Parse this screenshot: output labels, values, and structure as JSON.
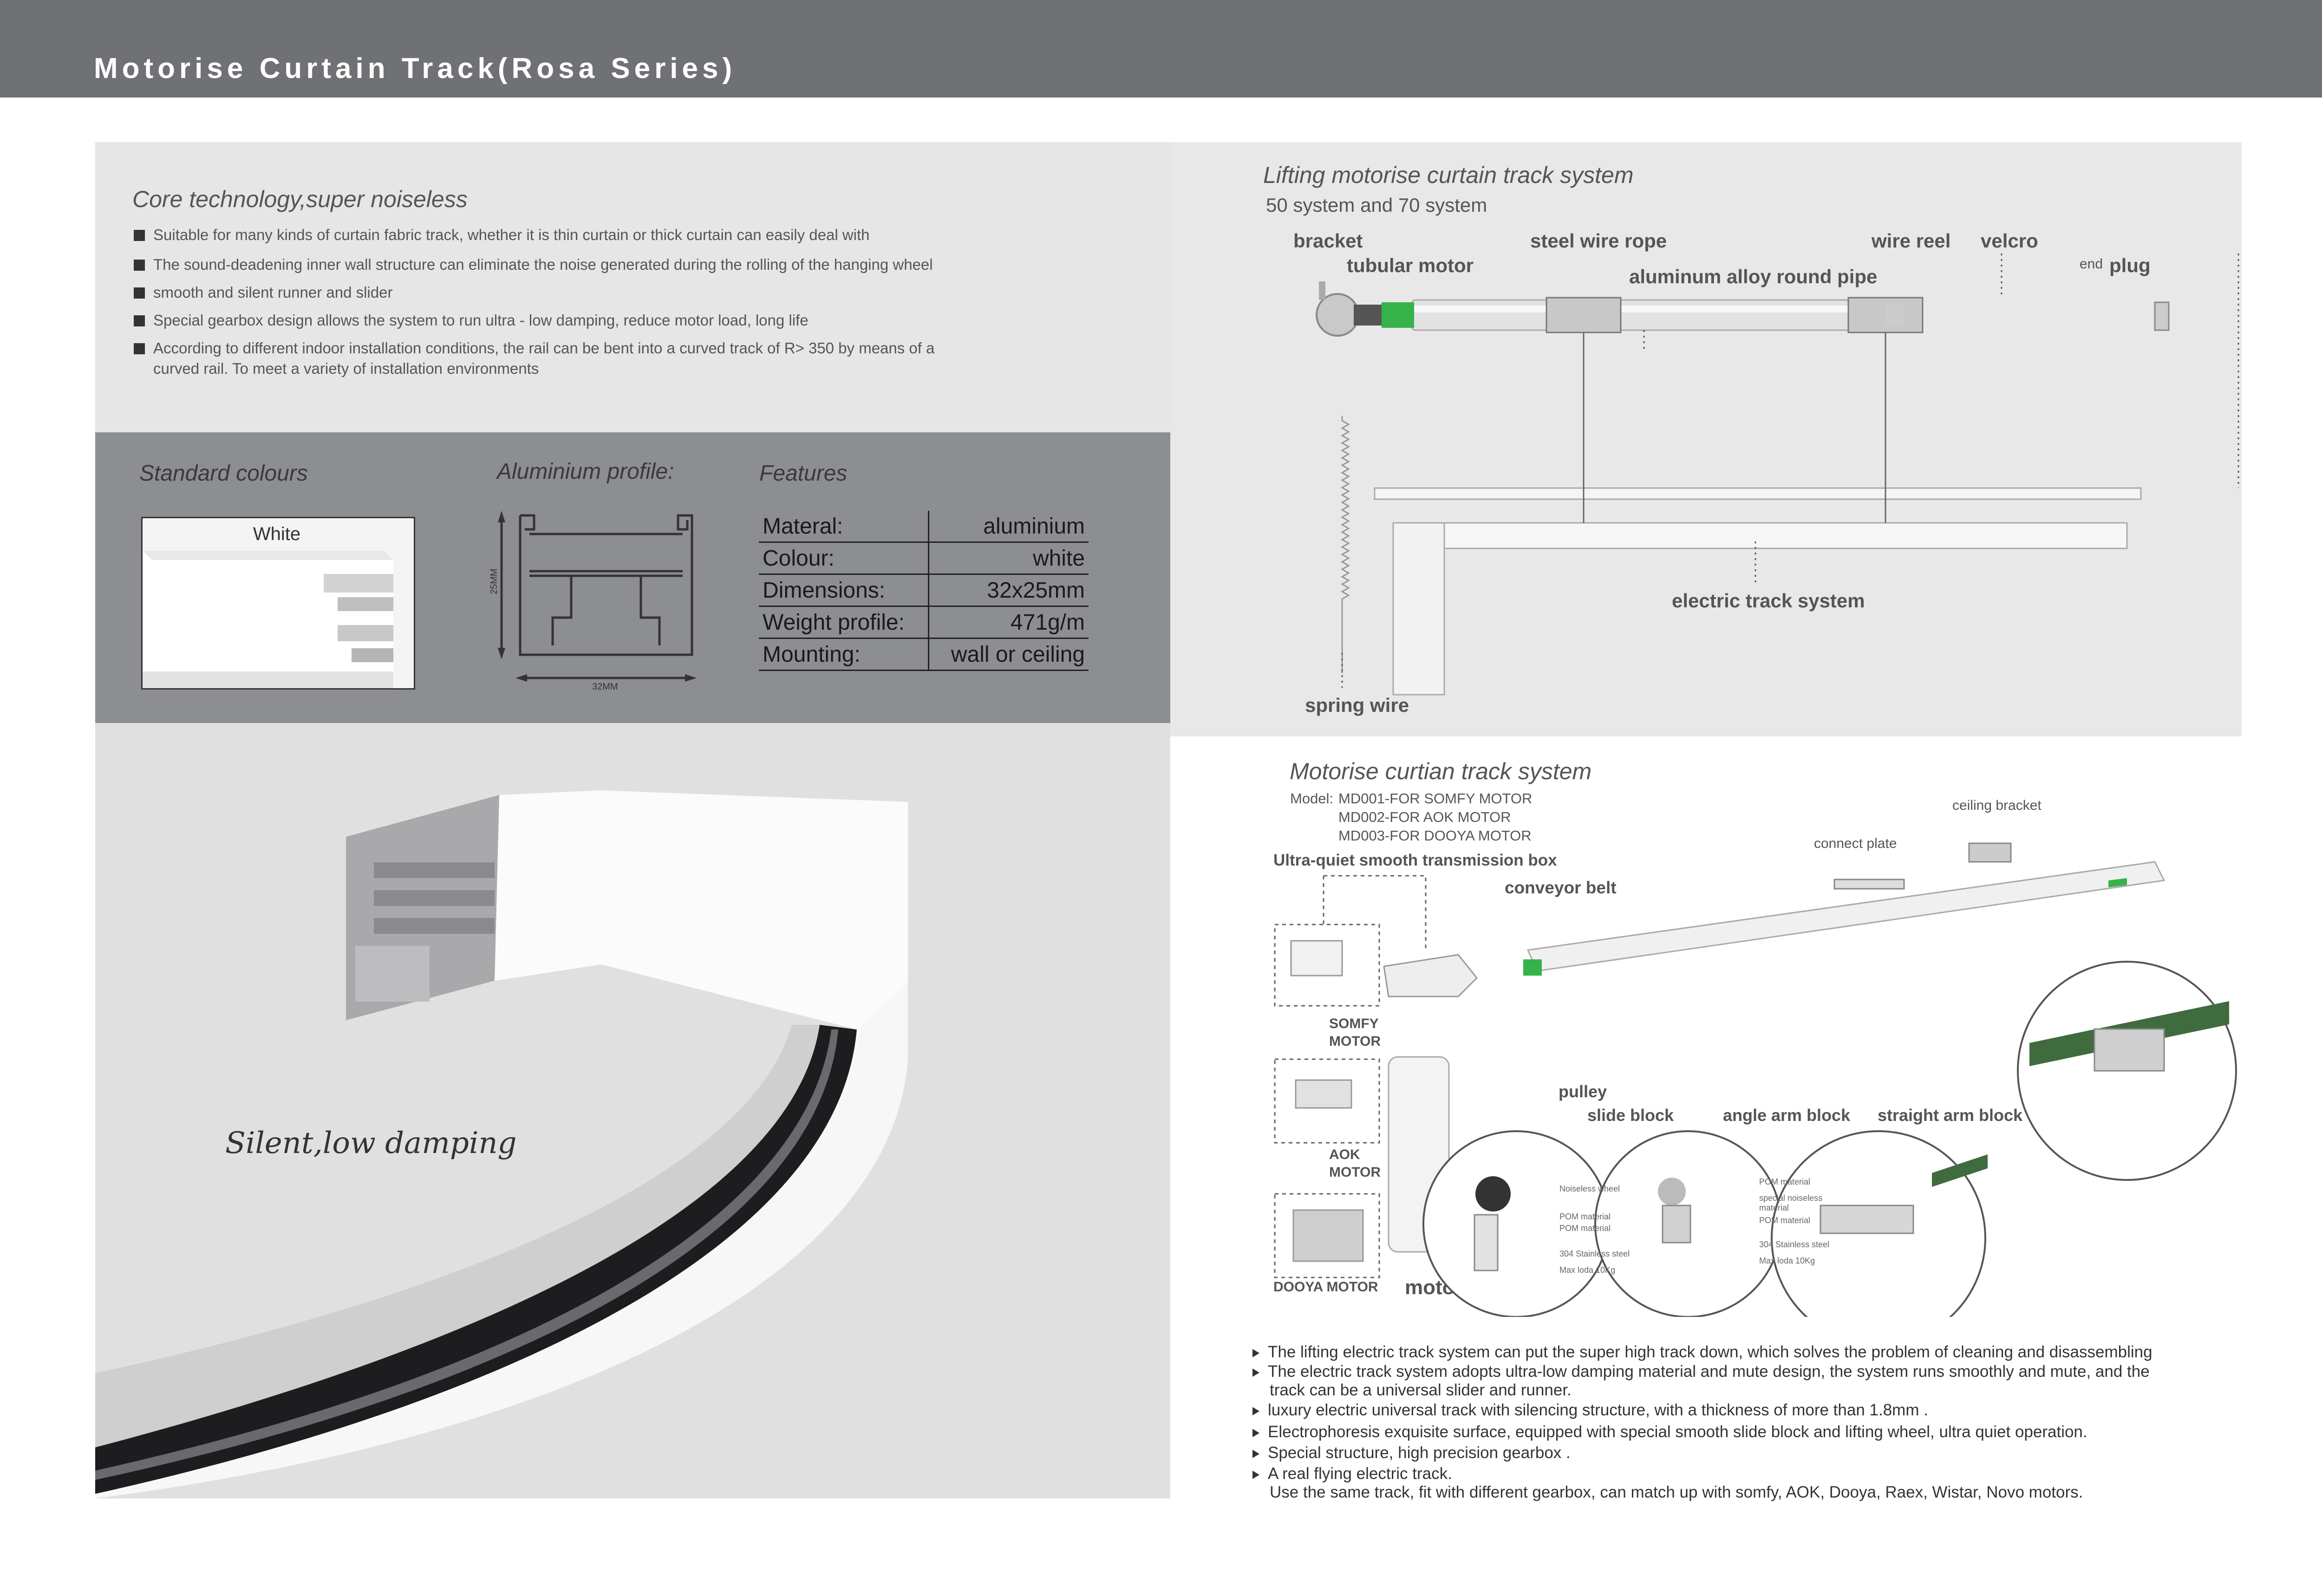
{
  "header": {
    "title": "Motorise Curtain Track(Rosa Series)"
  },
  "core": {
    "title": "Core technology,super noiseless",
    "bullets": [
      "Suitable for many kinds of curtain fabric track, whether it is thin curtain or thick curtain can easily deal with",
      "The sound-deadening inner wall structure can eliminate the noise generated during the rolling of the hanging wheel",
      "smooth and silent runner and slider",
      "Special gearbox design allows the system to run ultra - low damping, reduce motor load, long life",
      "According to different indoor installation conditions, the rail can be bent into a curved track of R> 350 by means of a",
      "curved rail. To meet a variety of installation environments"
    ]
  },
  "specs": {
    "standard_colours_title": "Standard colours",
    "colour_sample": "White",
    "profile_title": "Aluminium profile:",
    "profile_dim_height": "25MM",
    "profile_dim_width": "32MM",
    "features_title": "Features",
    "features": [
      {
        "key": "Materal:",
        "value": "aluminium"
      },
      {
        "key": "Colour:",
        "value": "white"
      },
      {
        "key": "Dimensions:",
        "value": "32x25mm"
      },
      {
        "key": "Weight profile:",
        "value": "471g/m"
      },
      {
        "key": "Mounting:",
        "value": "wall or ceiling"
      }
    ]
  },
  "render": {
    "caption": "Silent,low damping"
  },
  "lifting": {
    "title": "Lifting motorise curtain track system",
    "subtitle": "50 system and 70 system",
    "labels": {
      "bracket": "bracket",
      "tubular_motor": "tubular motor",
      "steel_wire_rope": "steel wire rope",
      "aluminum_pipe": "aluminum alloy round pipe",
      "wire_reel": "wire reel",
      "velcro": "velcro",
      "end": "end",
      "plug": "plug",
      "electric_track": "electric track system",
      "spring_wire": "spring wire"
    }
  },
  "motorise": {
    "title": "Motorise curtian track system",
    "model_prefix": "Model:",
    "models": [
      "MD001-FOR SOMFY MOTOR",
      "MD002-FOR AOK MOTOR",
      "MD003-FOR DOOYA MOTOR"
    ],
    "labels": {
      "transmission_box": "Ultra-quiet smooth transmission box",
      "conveyor_belt": "conveyor belt",
      "connect_plate": "connect plate",
      "ceiling_bracket": "ceiling bracket",
      "somfy": "SOMFY MOTOR",
      "aok": "AOK MOTOR",
      "dooya": "DOOYA MOTOR",
      "motor": "motor",
      "pulley": "pulley",
      "slide_block": "slide block",
      "angle_arm": "angle arm block",
      "straight_arm": "straight arm block"
    },
    "callouts_1": [
      "Noiseless wheel",
      "POM material",
      "POM material",
      "304 Stainless steel",
      "Max loda 10Kg"
    ],
    "callouts_2": [
      "POM material",
      "special noiseless material",
      "POM material",
      "304 Stainless steel",
      "Max loda 10Kg"
    ],
    "notes": [
      "The lifting electric track system can put the super high track down, which solves the problem of cleaning and disassembling",
      "The electric track system adopts ultra-low damping material and mute design, the system runs smoothly and mute, and the",
      "track can be a universal slider and runner.",
      "luxury electric universal track with silencing structure, with a thickness of more than 1.8mm  .",
      "Electrophoresis exquisite surface, equipped with special smooth slide block and lifting wheel, ultra quiet operation.",
      "Special structure, high precision gearbox  .",
      "A real flying electric track.",
      "Use the same track, fit with different gearbox, can match up with somfy, AOK, Dooya, Raex, Wistar, Novo motors."
    ]
  }
}
